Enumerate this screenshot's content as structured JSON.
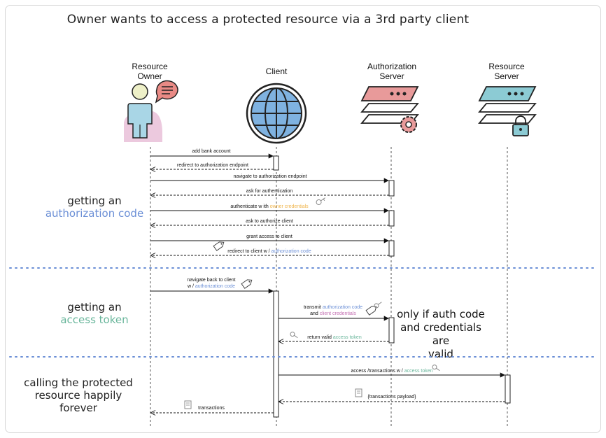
{
  "title": "Owner wants to access a protected resource via a 3rd party client",
  "actors": {
    "owner": {
      "line1": "Resource",
      "line2": "Owner"
    },
    "client": {
      "line1": "Client"
    },
    "auth": {
      "line1": "Authorization",
      "line2": "Server"
    },
    "resource": {
      "line1": "Resource",
      "line2": "Server"
    }
  },
  "phases": {
    "p1": {
      "line1": "getting an",
      "line2": "authorization code"
    },
    "p2": {
      "line1": "getting an",
      "line2": "access token"
    },
    "p3": {
      "line1": "calling the protected",
      "line2": "resource happily forever"
    }
  },
  "note": {
    "line1": "only if auth code",
    "line2": "and credentials are",
    "line3": "valid"
  },
  "messages": {
    "m1": "add bank account",
    "m2": "redirect to authorization endpoint",
    "m3": "navigate to authorization endpoint",
    "m4": "ask for authentication",
    "m5a": "authenticate w ith ",
    "m5b": "owner credentials",
    "m6": "ask to authorize client",
    "m7": "grant access to client",
    "m8a": "redirect to client w / ",
    "m8b": "authorization code",
    "m9a": "navigate back to client",
    "m9b": "w / ",
    "m9c": "authorization code",
    "m10a": "transmit ",
    "m10b": "authorization code",
    "m10c": "and ",
    "m10d": "client credentials",
    "m11a": "return valid ",
    "m11b": "access token",
    "m12a": "access /transactions w / ",
    "m12b": "access token",
    "m13": "{transactions payload}",
    "m14": "transactions"
  },
  "colors": {
    "code": "#6b8fd6",
    "token": "#69b69b",
    "owner_credentials": "#f0b44a",
    "client_credentials": "#c46fb2",
    "separator": "#6b8fd6"
  }
}
